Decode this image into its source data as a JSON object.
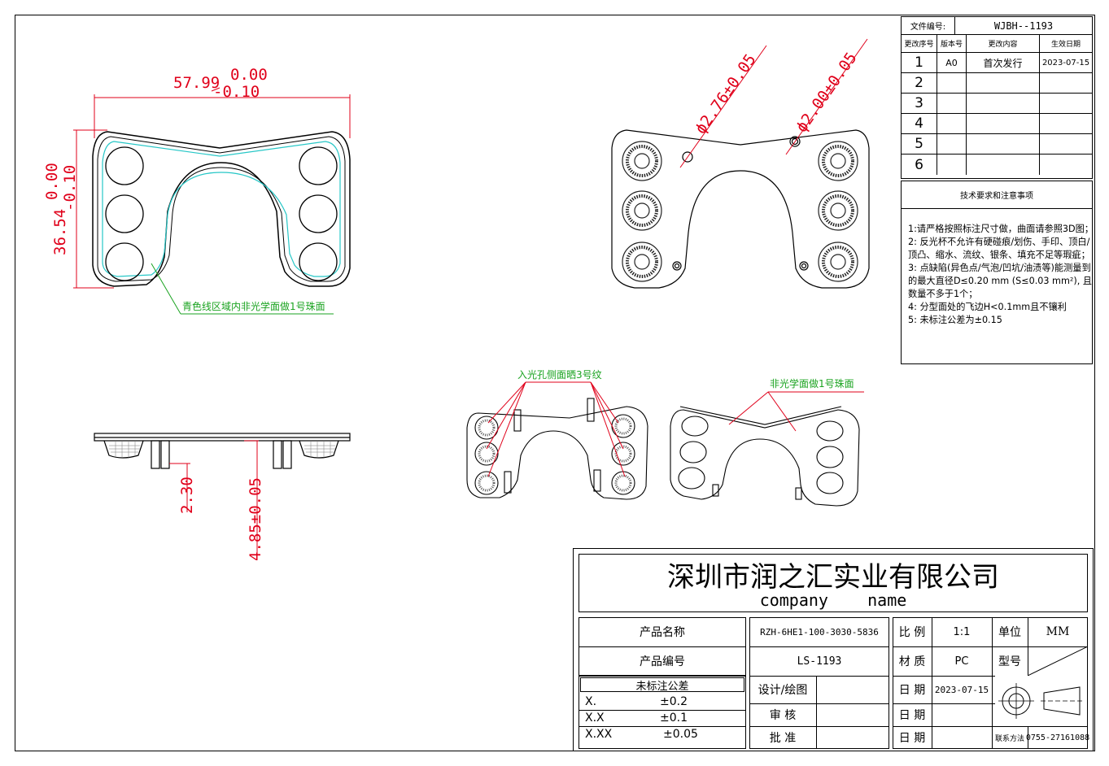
{
  "revision": {
    "doc_no_label": "文件编号:",
    "doc_no": "WJBH--1193",
    "headers": [
      "更改序号",
      "版本号",
      "更改内容",
      "生效日期"
    ],
    "rows": [
      {
        "no": "1",
        "ver": "A0",
        "content": "首次发行",
        "date": "2023-07-15"
      },
      {
        "no": "2",
        "ver": "",
        "content": "",
        "date": ""
      },
      {
        "no": "3",
        "ver": "",
        "content": "",
        "date": ""
      },
      {
        "no": "4",
        "ver": "",
        "content": "",
        "date": ""
      },
      {
        "no": "5",
        "ver": "",
        "content": "",
        "date": ""
      },
      {
        "no": "6",
        "ver": "",
        "content": "",
        "date": ""
      }
    ]
  },
  "tech": {
    "title": "技术要求和注意事项",
    "notes": [
      "1:请严格按照标注尺寸做，曲面请参照3D图；",
      "2: 反光杯不允许有硬碰痕/划伤、手印、顶白/顶凸、缩水、流纹、银条、填充不足等瑕疵；",
      "3: 点缺陷(异色点/气泡/凹坑/油渍等)能测量到的最大直径D≤0.20 mm (S≤0.03 mm²), 且数量不多于1个；",
      "4: 分型面处的飞边H<0.1mm且不镶利",
      "5: 未标注公差为±0.15"
    ]
  },
  "dims": {
    "width_nominal": "57.99",
    "width_upper": "0.00",
    "width_lower": "-0.10",
    "height_nominal": "36.54",
    "height_upper": "0.00",
    "height_lower": "-0.10",
    "hole_a": "ϕ2.76±0.05",
    "hole_b": "ϕ2.00±0.05",
    "side_a": "2.30",
    "side_b": "4.85±0.05"
  },
  "annotations": {
    "cyan_area": "青色线区域内非光学面做1号珠面",
    "inlet": "入光孔侧面晒3号纹",
    "nonoptical": "非光学面做1号珠面"
  },
  "title_block": {
    "company_cn": "深圳市润之汇实业有限公司",
    "company_en": "company    name",
    "product_name_label": "产品名称",
    "product_name": "RZH-6HE1-100-3030-5836",
    "product_code_label": "产品编号",
    "product_code": "LS-1193",
    "tolerance_title": "未标注公差",
    "tolerances": [
      {
        "k": "X.",
        "v": "±0.2"
      },
      {
        "k": "X.X",
        "v": "±0.1"
      },
      {
        "k": "X.XX",
        "v": "±0.05"
      }
    ],
    "scale_label": "比 例",
    "scale": "1:1",
    "unit_label": "单位",
    "unit": "MM",
    "material_label": "材 质",
    "material": "PC",
    "model_label": "型号",
    "design_label": "设计/绘图",
    "review_label": "审 核",
    "approve_label": "批 准",
    "date_label": "日 期",
    "date": "2023-07-15",
    "contact_label": "联系方法",
    "contact": "0755-27161088"
  }
}
